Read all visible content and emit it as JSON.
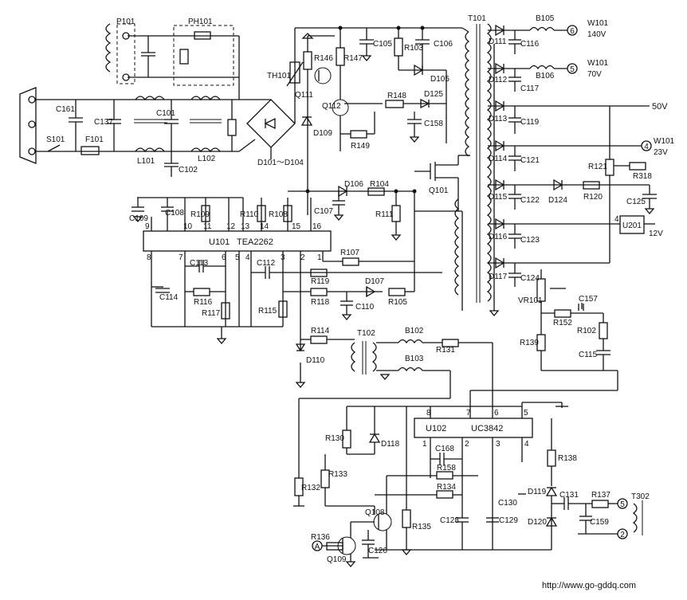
{
  "components": {
    "P101": "P101",
    "PH101": "PH101",
    "T101": "T101",
    "TH101": "TH101",
    "C161": "C161",
    "C137": "C137",
    "C101": "C101",
    "C102": "C102",
    "L101": "L101",
    "L102": "L102",
    "S101": "S101",
    "F101": "F101",
    "D101_D104": "D101～D104",
    "R146": "R146",
    "R147": "R147",
    "Q111": "Q111",
    "Q112": "Q112",
    "C105": "C105",
    "R103": "R103",
    "C106": "C106",
    "D105": "D105",
    "R148": "R148",
    "D125": "D125",
    "C158": "C158",
    "R149": "R149",
    "D109": "D109",
    "Q101": "Q101",
    "C109": "C109",
    "C108": "C108",
    "R109": "R109",
    "R110": "R110",
    "R108": "R108",
    "C107": "C107",
    "D106": "D106",
    "R104": "R104",
    "R111": "R111",
    "U101": "U101",
    "TEA2262": "TEA2262",
    "C113": "C113",
    "C112": "C112",
    "R107": "R107",
    "C114": "C114",
    "R116": "R116",
    "R117": "R117",
    "R115": "R115",
    "R119": "R119",
    "R118": "R118",
    "D107": "D107",
    "C110": "C110",
    "R105": "R105",
    "R114": "R114",
    "T102": "T102",
    "B102": "B102",
    "R131": "R131",
    "B103": "B103",
    "D110": "D110",
    "D111": "D111",
    "C116": "C116",
    "B105": "B105",
    "W101_140": "W101",
    "V140": "140V",
    "D112": "D112",
    "C117": "C117",
    "B106": "B106",
    "W101_70": "W101",
    "V70": "70V",
    "D113": "D113",
    "C119": "C119",
    "V50": "50V",
    "D114": "D114",
    "C121": "C121",
    "R121": "R121",
    "W101_23": "W101",
    "V23": "23V",
    "R318": "R318",
    "D115": "D115",
    "C122": "C122",
    "D124": "D124",
    "R120": "R120",
    "C125": "C125",
    "D116": "D116",
    "C123": "C123",
    "U201": "U201",
    "V12": "12V",
    "D117": "D117",
    "C124": "C124",
    "VR101": "VR101",
    "C157": "C157",
    "R152": "R152",
    "R102": "R102",
    "R139": "R139",
    "C115": "C115",
    "U102": "U102",
    "UC3842": "UC3842",
    "R130": "R130",
    "D118": "D118",
    "R132": "R132",
    "R133": "R133",
    "C168": "C168",
    "R158": "R158",
    "R134": "R134",
    "Q108": "Q108",
    "R135": "R135",
    "C128": "C128",
    "C129": "C129",
    "C130": "C130",
    "R138": "R138",
    "D119": "D119",
    "D120": "D120",
    "C131": "C131",
    "R137": "R137",
    "T302": "T302",
    "C159": "C159",
    "R136": "R136",
    "Q109": "Q109",
    "C126": "C126"
  },
  "pins": {
    "u101": {
      "p9": "9",
      "p10": "10",
      "p11": "11",
      "p12": "12",
      "p13": "13",
      "p14": "14",
      "p15": "15",
      "p16": "16",
      "p8": "8",
      "p7": "7",
      "p6": "6",
      "p5": "5",
      "p4": "4",
      "p3": "3",
      "p2": "2",
      "p1": "1"
    },
    "u102": {
      "p8": "8",
      "p7": "7",
      "p6": "6",
      "p5": "5",
      "p1": "1",
      "p2": "2",
      "p3": "3",
      "p4": "4"
    },
    "u201": "4"
  },
  "connectors": {
    "c6": "6",
    "c5": "5",
    "c4": "4",
    "cA": "A",
    "c5b": "5",
    "c2": "2"
  },
  "footer": {
    "url": "http://www.go-gddq.com"
  }
}
